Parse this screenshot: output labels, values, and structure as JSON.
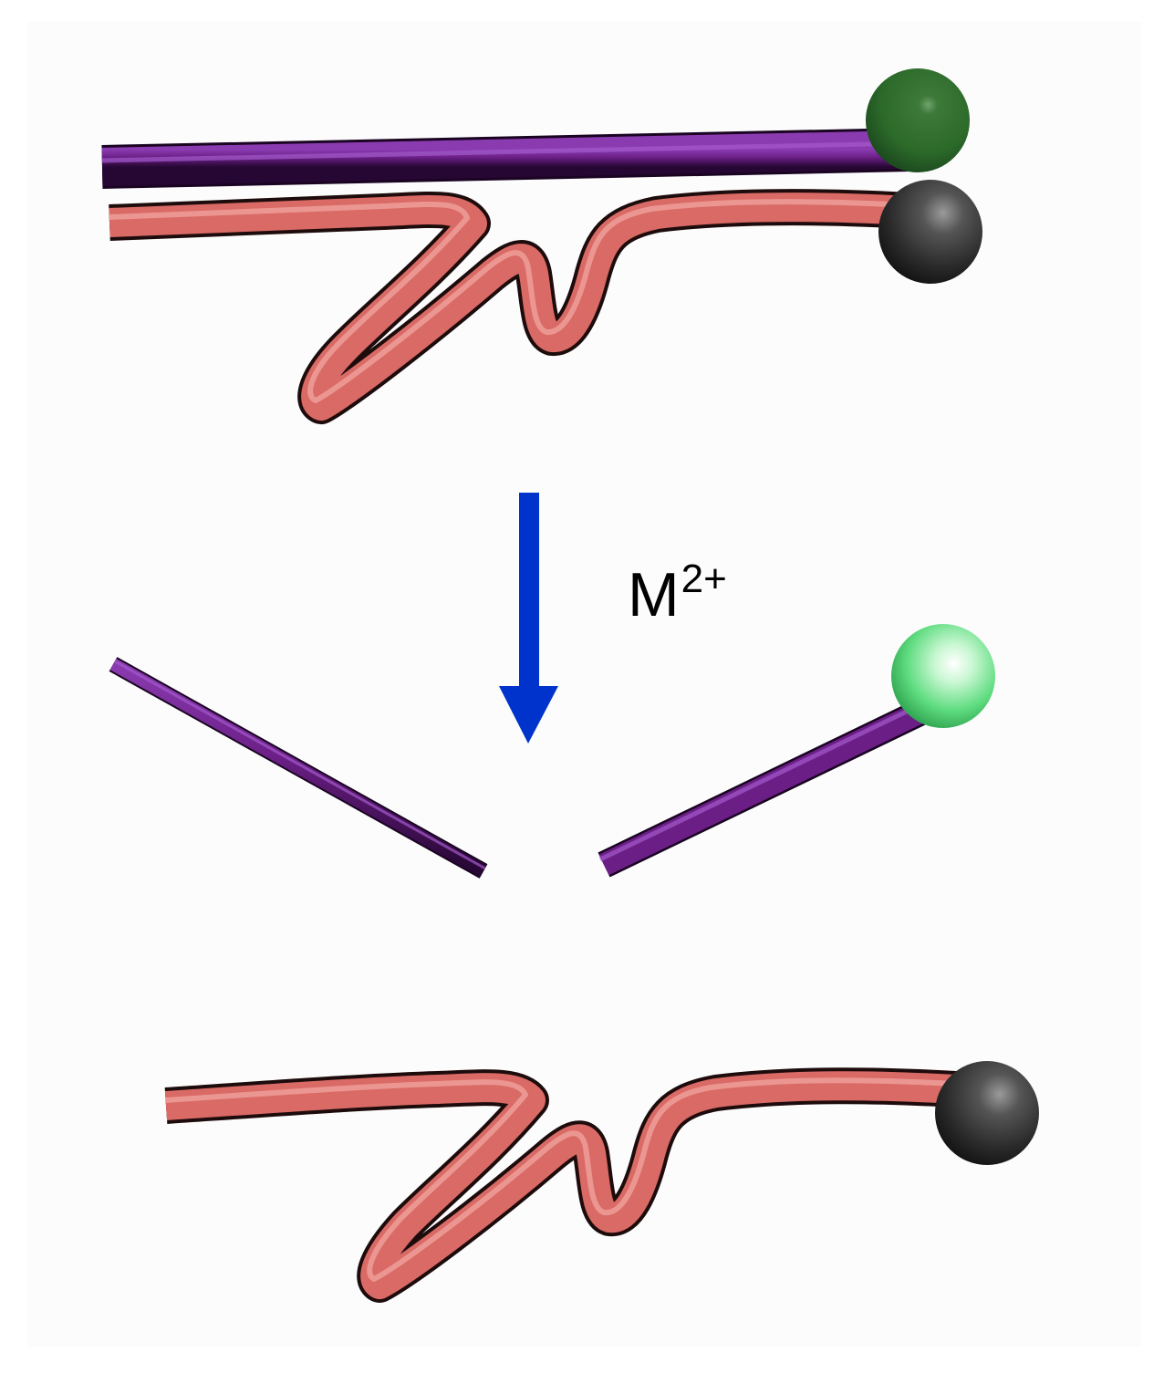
{
  "label": {
    "base": "M",
    "superscript": "2+"
  },
  "colors": {
    "background": "#fcfcfd",
    "substrate_strand": "#6b1f86",
    "enzyme_strand": "#d96a66",
    "enzyme_strand_outline": "#1e0c0c",
    "fluorophore_quenched": "#2c6a2a",
    "fluorophore_emitting": "#5fdc80",
    "quencher": "#2f2f2f",
    "arrow": "#0033cc"
  },
  "icons": {
    "fluorophore": "sphere",
    "quencher": "sphere",
    "reaction_arrow": "arrow-down"
  }
}
